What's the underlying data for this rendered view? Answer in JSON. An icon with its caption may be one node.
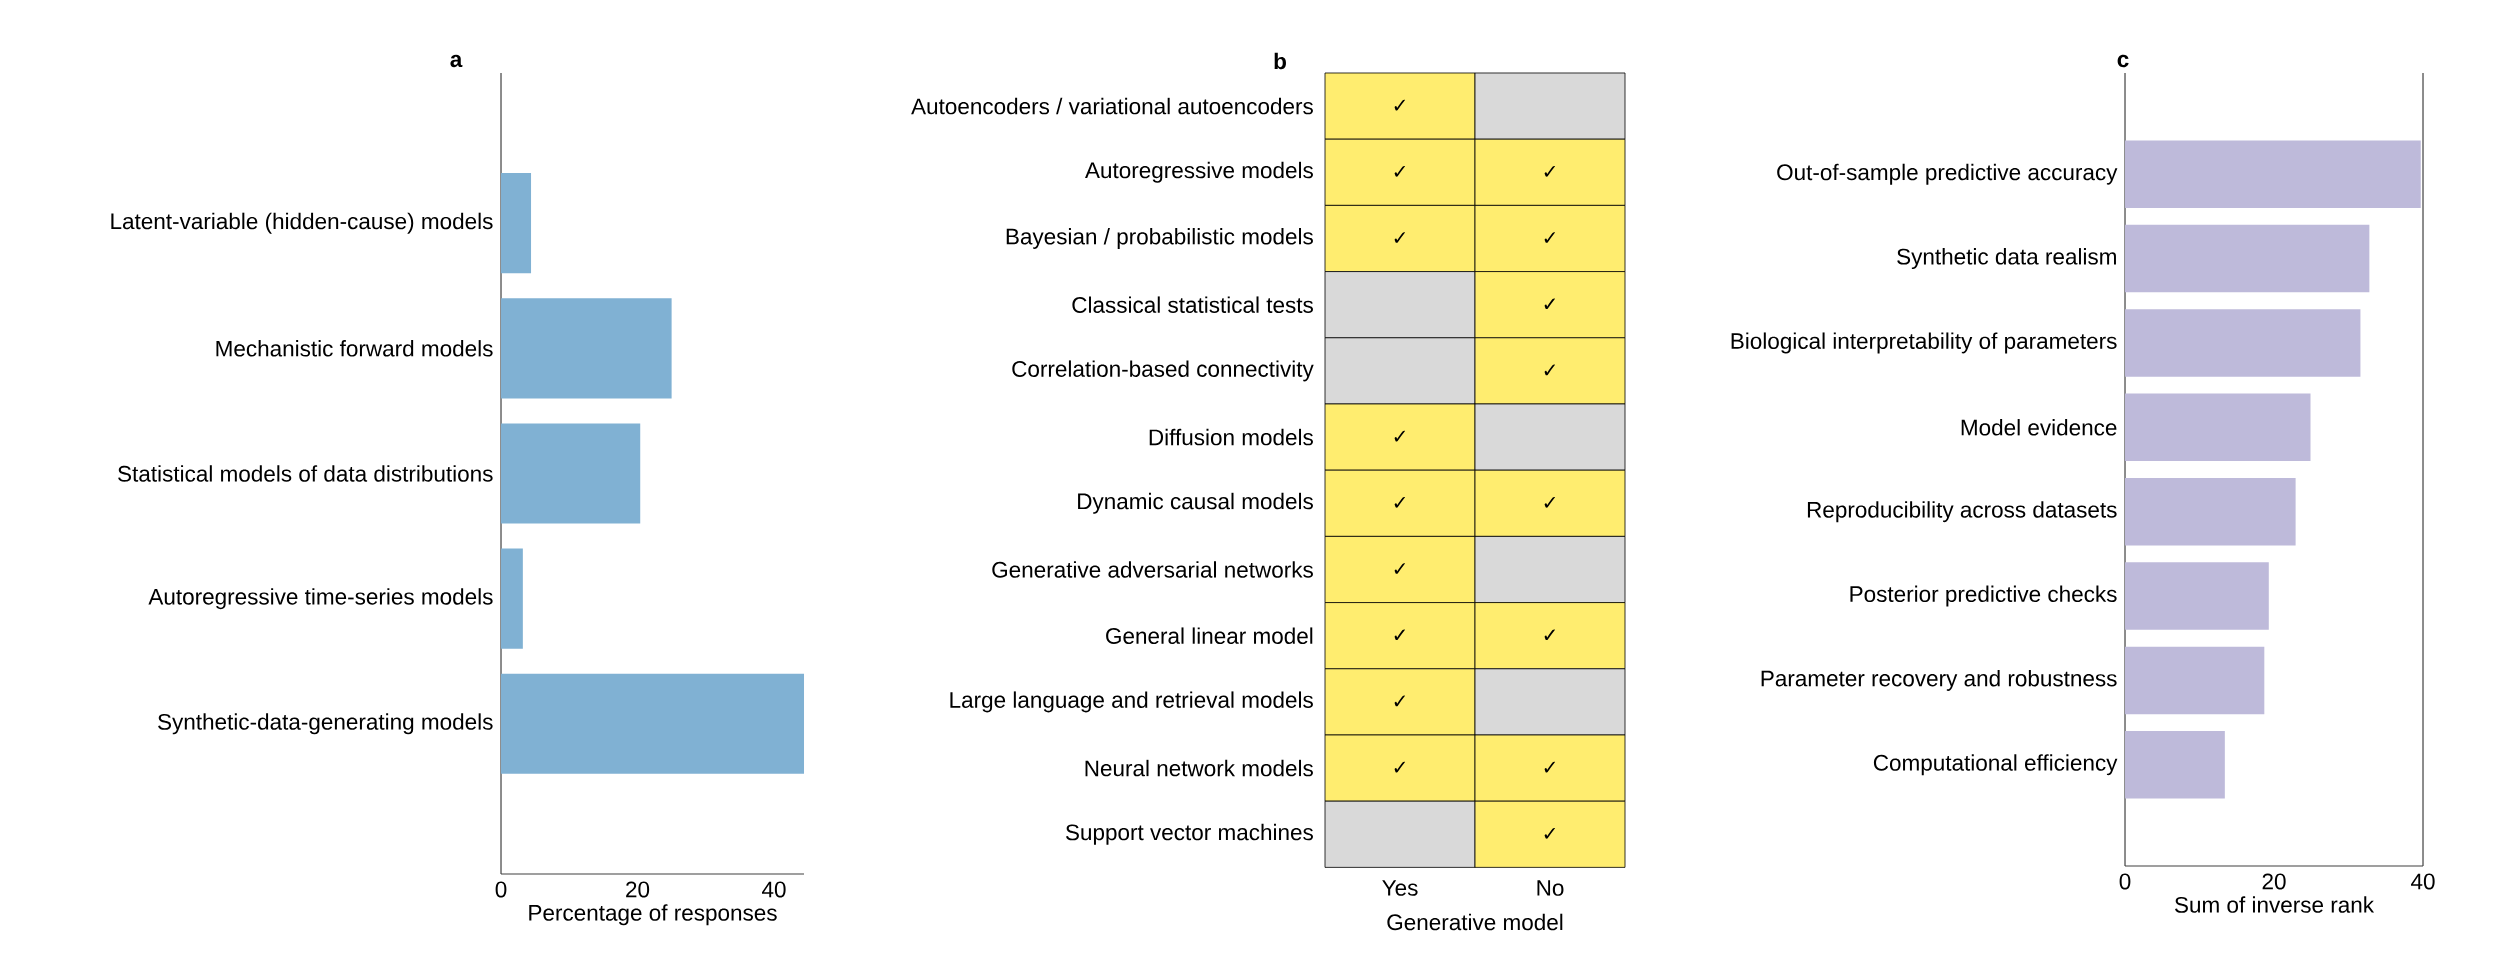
{
  "diagram": {
    "nodes": [
      {
        "text": [
          "✓"
        ]
      },
      {
        "text": [],
        "shape": "box"
      },
      {
        "text": [
          "✓"
        ]
      },
      {
        "text": [
          "✓"
        ]
      },
      {
        "text": [
          "✓"
        ]
      },
      {
        "text": [
          "✓"
        ]
      },
      {
        "text": [],
        "shape": "box"
      },
      {
        "text": [
          "✓"
        ]
      },
      {
        "text": [],
        "shape": "box"
      },
      {
        "text": [
          "✓"
        ]
      },
      {
        "text": [
          "✓"
        ]
      },
      {
        "text": [],
        "shape": "box"
      },
      {
        "text": [
          "✓"
        ]
      },
      {
        "text": [
          "✓"
        ]
      },
      {
        "text": [
          "✓"
        ]
      },
      {
        "text": [],
        "shape": "box"
      },
      {
        "text": [
          "✓"
        ]
      },
      {
        "text": [
          "✓"
        ]
      },
      {
        "text": [
          "✓"
        ]
      },
      {
        "text": [],
        "shape": "box"
      },
      {
        "text": [
          "✓"
        ]
      },
      {
        "text": [
          "✓"
        ]
      },
      {
        "text": [],
        "shape": "box"
      },
      {
        "text": [
          "✓"
        ]
      }
    ],
    "labels": [
      "a",
      "b",
      "c",
      "Autoencoders / variational autoencoders",
      "Autoregressive models",
      "Bayesian / probabilistic models",
      "Classical statistical tests",
      "Correlation-based connectivity",
      "Diffusion models",
      "Dynamic causal models",
      "Generative adversarial networks",
      "General linear model",
      "Large language and retrieval models",
      "Neural network models",
      "Support vector machines",
      "Yes",
      "No",
      "Generative model"
    ],
    "chart_data": [
      {
        "type": "bar",
        "orientation": "horizontal",
        "xlabel": "Percentage of responses",
        "categories": [
          "Latent-variable (hidden-cause) models",
          "Mechanistic forward models",
          "Statistical models of data distributions",
          "Autoregressive time-series models",
          "Synthetic-data-generating models"
        ],
        "series": [
          {
            "color": "#80b1d3",
            "values": [
              4.4,
              25.0,
              20.4,
              3.2,
              44.4
            ]
          }
        ],
        "xlim": [
          0,
          44.4
        ],
        "xticks": [
          0,
          20,
          40
        ]
      },
      {
        "type": "bar",
        "orientation": "horizontal",
        "xlabel": "Sum of inverse rank",
        "categories": [
          "Out-of-sample predictive accuracy",
          "Synthetic data realism",
          "Biological interpretability of parameters",
          "Model evidence",
          "Reproducibility across datasets",
          "Posterior predictive checks",
          "Parameter recovery and robustness",
          "Computational efficiency"
        ],
        "series": [
          {
            "color": "#bebada",
            "values": [
              39.7,
              32.8,
              31.6,
              24.9,
              22.9,
              19.3,
              18.7,
              13.4
            ]
          }
        ],
        "xlim": [
          0,
          40
        ],
        "xticks": [
          0,
          20,
          40
        ]
      }
    ]
  }
}
